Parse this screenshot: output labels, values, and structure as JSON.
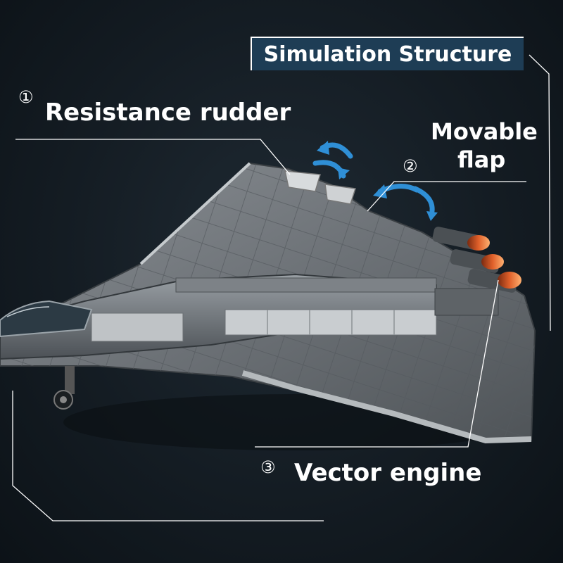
{
  "title": "Simulation Structure",
  "callouts": [
    {
      "number": "①",
      "label": "Resistance rudder"
    },
    {
      "number": "②",
      "label_line1": "Movable",
      "label_line2": "flap"
    },
    {
      "number": "③",
      "label": "Vector engine"
    }
  ],
  "colors": {
    "background": "#141c23",
    "title_box": "#1e3d55",
    "arrow": "#2f8fd6",
    "engine_glow": "#e0602a",
    "text": "#ffffff"
  }
}
